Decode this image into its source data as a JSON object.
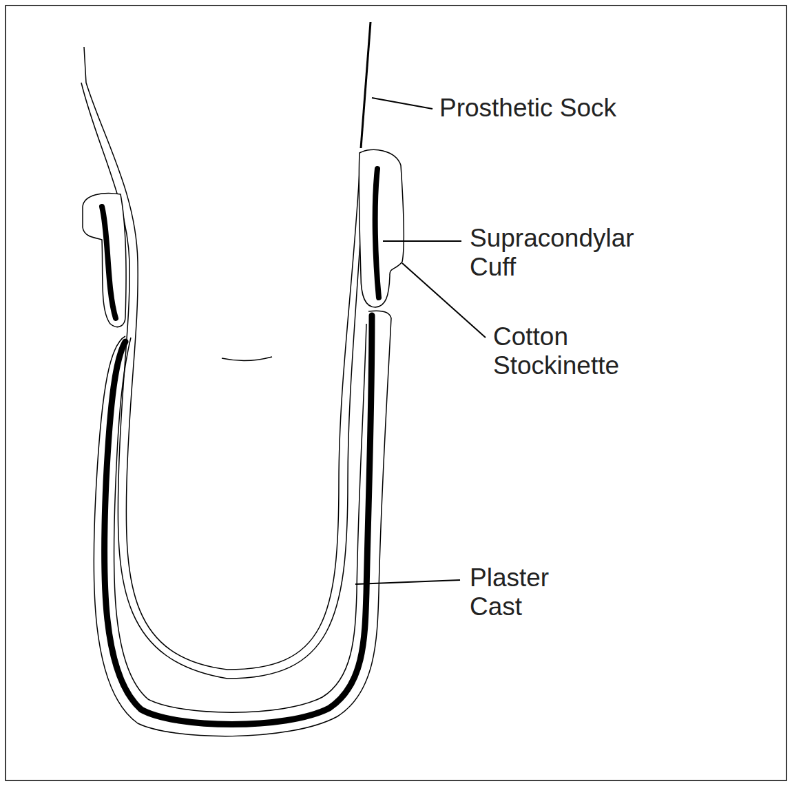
{
  "diagram": {
    "labels": [
      "Prosthetic Sock",
      "Supracondylar Cuff",
      "Cotton Stockinette",
      "Plaster Cast"
    ]
  }
}
